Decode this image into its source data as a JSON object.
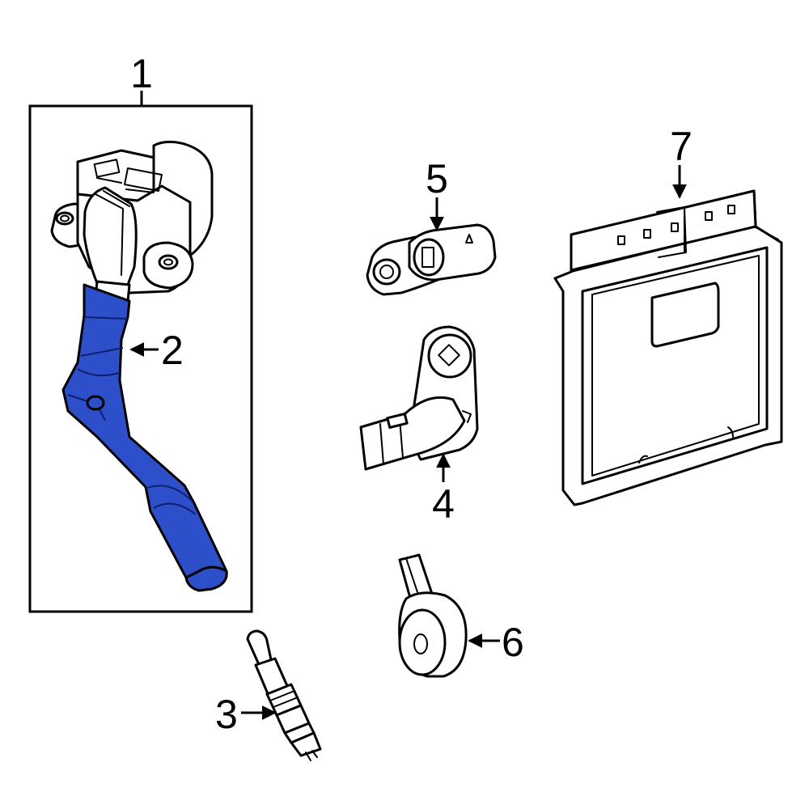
{
  "callouts": {
    "c1": "1",
    "c2": "2",
    "c3": "3",
    "c4": "4",
    "c5": "5",
    "c6": "6",
    "c7": "7"
  },
  "colors": {
    "highlight": "#2d4fc9",
    "line": "#000000",
    "background": "#ffffff"
  }
}
